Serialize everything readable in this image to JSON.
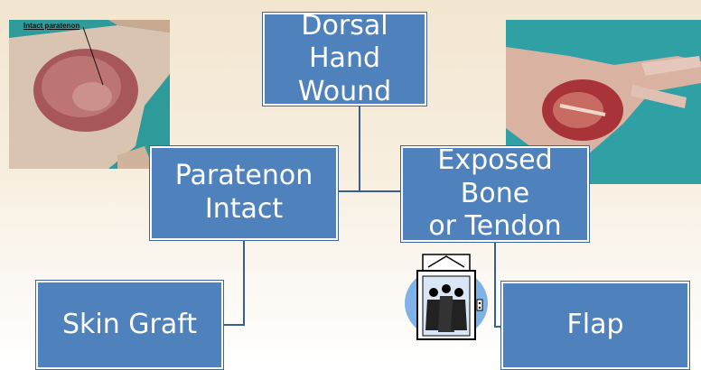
{
  "nodes": {
    "root": "Dorsal Hand\nWound",
    "left": "Paratenon\nIntact",
    "right": "Exposed Bone\nor Tendon",
    "left_leaf": "Skin Graft",
    "right_leaf": "Flap"
  },
  "photo_left_label": "Intact paratenon",
  "colors": {
    "node_fill": "#4f81bd",
    "node_border": "#ffffff",
    "connector": "#3a5f8f"
  },
  "icons": {
    "clipart": "elevator-with-people-icon"
  }
}
